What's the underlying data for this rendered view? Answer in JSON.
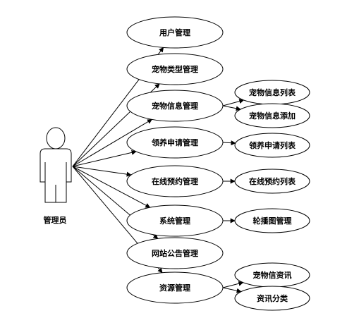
{
  "actor": {
    "name": "管理员"
  },
  "use_cases": [
    {
      "id": "uc-user",
      "label": "用户管理",
      "children": []
    },
    {
      "id": "uc-pet-type",
      "label": "宠物类型管理",
      "children": []
    },
    {
      "id": "uc-pet-info",
      "label": "宠物信息管理",
      "children": [
        "宠物信息列表",
        "宠物信息添加"
      ]
    },
    {
      "id": "uc-adopt",
      "label": "领养申请管理",
      "children": [
        "领养申请列表"
      ]
    },
    {
      "id": "uc-booking",
      "label": "在线预约管理",
      "children": [
        "在线预约列表"
      ]
    },
    {
      "id": "uc-system",
      "label": "系统管理",
      "children": [
        "轮播图管理"
      ]
    },
    {
      "id": "uc-notice",
      "label": "网站公告管理",
      "children": []
    },
    {
      "id": "uc-resource",
      "label": "资源管理",
      "children": [
        "宠物信资讯",
        "资讯分类"
      ]
    }
  ]
}
